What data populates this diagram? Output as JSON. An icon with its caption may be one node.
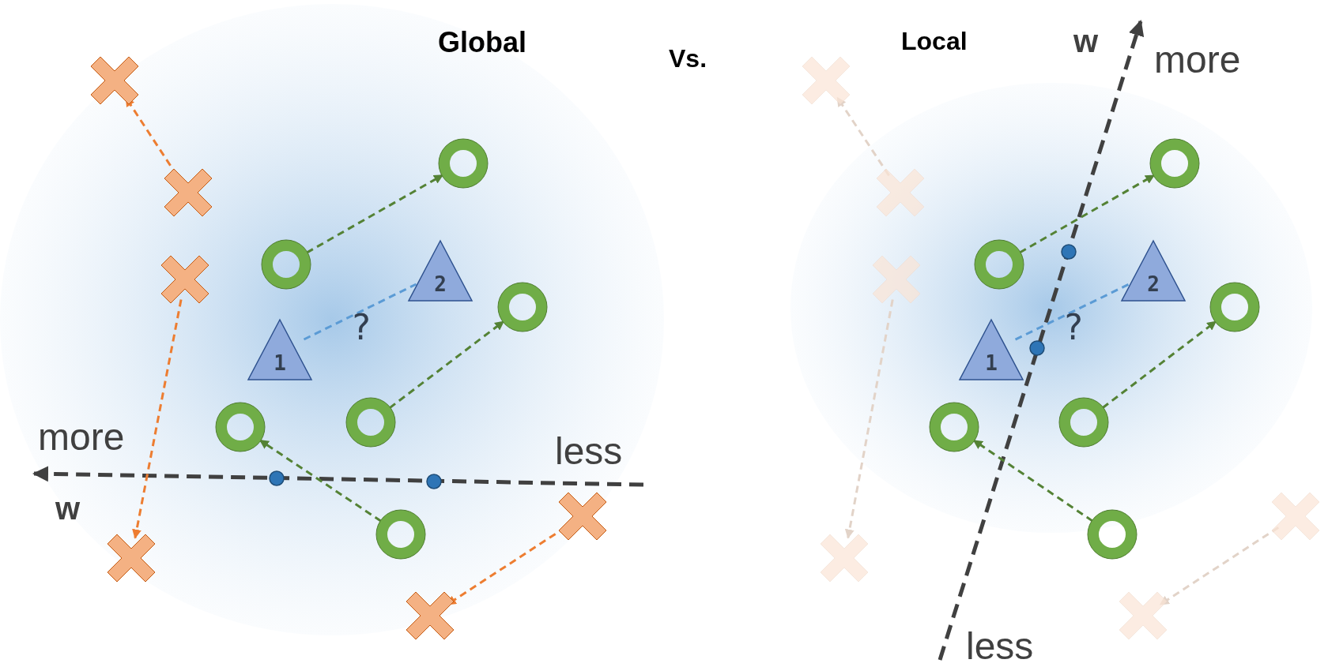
{
  "diagram": {
    "nodes": [
      {
        "text": [],
        "shape": "cross"
      },
      {
        "text": [],
        "shape": "circle"
      },
      {
        "text": [],
        "shape": "cross"
      },
      {
        "text": [],
        "shape": "cross"
      },
      {
        "text": [],
        "shape": "circle"
      },
      {
        "text": [
          "2"
        ]
      },
      {
        "text": [],
        "shape": "circle"
      },
      {
        "text": [
          "1"
        ]
      },
      {
        "text": [],
        "shape": "circle"
      },
      {
        "text": [],
        "shape": "circle"
      },
      {
        "text": [],
        "shape": "circle"
      },
      {
        "text": [],
        "shape": "cross"
      },
      {
        "text": [],
        "shape": "cross"
      },
      {
        "text": [],
        "shape": "cross"
      },
      {
        "text": [],
        "shape": "cross"
      },
      {
        "text": [],
        "shape": "circle"
      },
      {
        "text": [],
        "shape": "cross"
      },
      {
        "text": [],
        "shape": "cross"
      },
      {
        "text": [],
        "shape": "circle"
      },
      {
        "text": [
          "2"
        ]
      },
      {
        "text": [],
        "shape": "circle"
      },
      {
        "text": [
          "1"
        ]
      },
      {
        "text": [],
        "shape": "circle"
      },
      {
        "text": [],
        "shape": "circle"
      },
      {
        "text": [],
        "shape": "circle"
      },
      {
        "text": [],
        "shape": "cross"
      },
      {
        "text": [],
        "shape": "cross"
      },
      {
        "text": [],
        "shape": "cross"
      }
    ],
    "edges": [
      {
        "from": 2,
        "to": 0,
        "arrow": "to",
        "style": "dashed",
        "color": "#ed7d31"
      },
      {
        "from": 3,
        "to": 12,
        "arrow": "to",
        "style": "dashed",
        "color": "#ed7d31"
      },
      {
        "from": 11,
        "to": 13,
        "arrow": "to",
        "style": "dashed",
        "color": "#ed7d31"
      },
      {
        "from": 4,
        "to": 1,
        "arrow": "to",
        "style": "dashed"
      },
      {
        "from": 8,
        "to": 6,
        "arrow": "to",
        "style": "dashed"
      },
      {
        "from": 10,
        "to": 9,
        "arrow": "to",
        "style": "dashed"
      },
      {
        "from": 7,
        "to": 5,
        "arrow": "none",
        "style": "dashed",
        "color": "#5b9bd5",
        "label": "?"
      },
      {
        "from": 16,
        "to": 14,
        "arrow": "to",
        "style": "dashed",
        "color": "#e2d3c8"
      },
      {
        "from": 17,
        "to": 26,
        "arrow": "to",
        "style": "dashed",
        "color": "#e2d3c8"
      },
      {
        "from": 25,
        "to": 27,
        "arrow": "to",
        "style": "dashed",
        "color": "#e2d3c8"
      },
      {
        "from": 18,
        "to": 15,
        "arrow": "to",
        "style": "dashed"
      },
      {
        "from": 22,
        "to": 20,
        "arrow": "to",
        "style": "dashed"
      },
      {
        "from": 24,
        "to": 23,
        "arrow": "to",
        "style": "dashed"
      },
      {
        "from": 21,
        "to": 19,
        "arrow": "none",
        "style": "dashed",
        "color": "#5b9bd5",
        "label": "?"
      }
    ],
    "labels": [
      "Global",
      "Vs.",
      "Local",
      "w",
      "more",
      "more",
      "less",
      "w",
      "less"
    ]
  }
}
